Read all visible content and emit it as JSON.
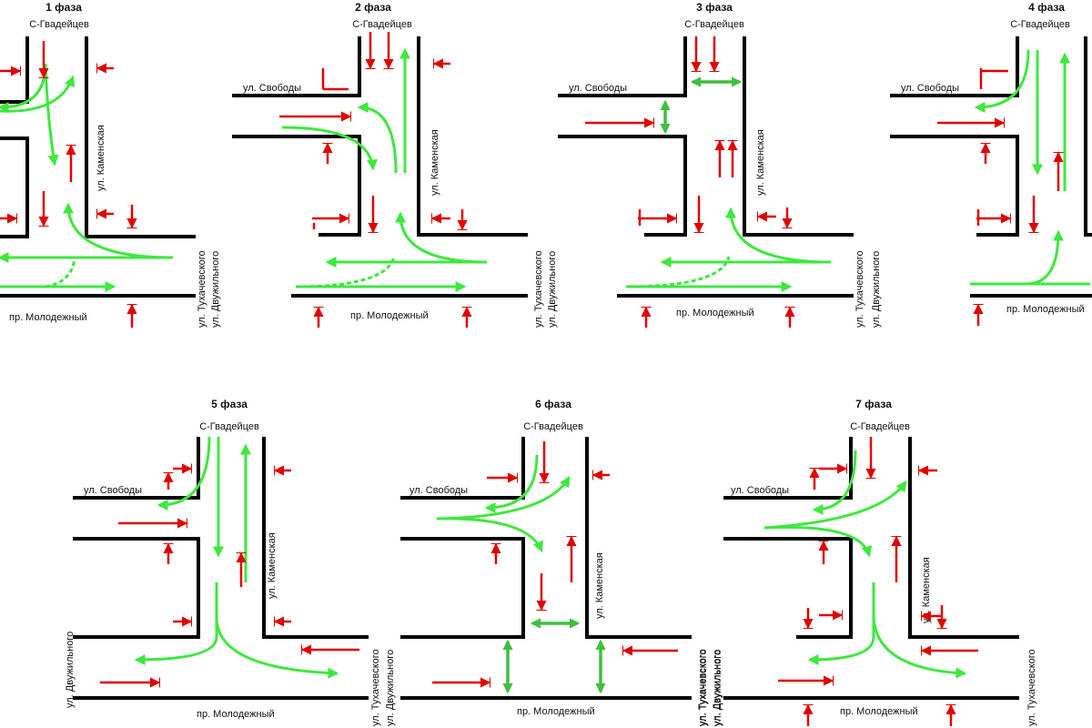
{
  "labels": {
    "north_street": "С-Гвадейцев",
    "left_street": "ул. Свободы",
    "middle_street": "ул. Каменская",
    "right_street_1": "ул. Тухачевского",
    "right_street_2": "ул. Двужильного",
    "bottom_street": "пр. Молодежный"
  },
  "phases": [
    {
      "title": "1 фаза"
    },
    {
      "title": "2 фаза"
    },
    {
      "title": "3 фаза"
    },
    {
      "title": "4 фаза"
    },
    {
      "title": "5 фаза"
    },
    {
      "title": "6 фаза"
    },
    {
      "title": "7 фаза"
    }
  ],
  "colors": {
    "road": "#000000",
    "allowed_move": "#3ee83e",
    "pedestrian_move": "#3fbf3f",
    "stop_signal": "#e00000"
  },
  "icons": {
    "allowed": "green-arrow-icon",
    "pedestrian": "double-arrow-icon",
    "stop": "stop-arrow-icon"
  }
}
